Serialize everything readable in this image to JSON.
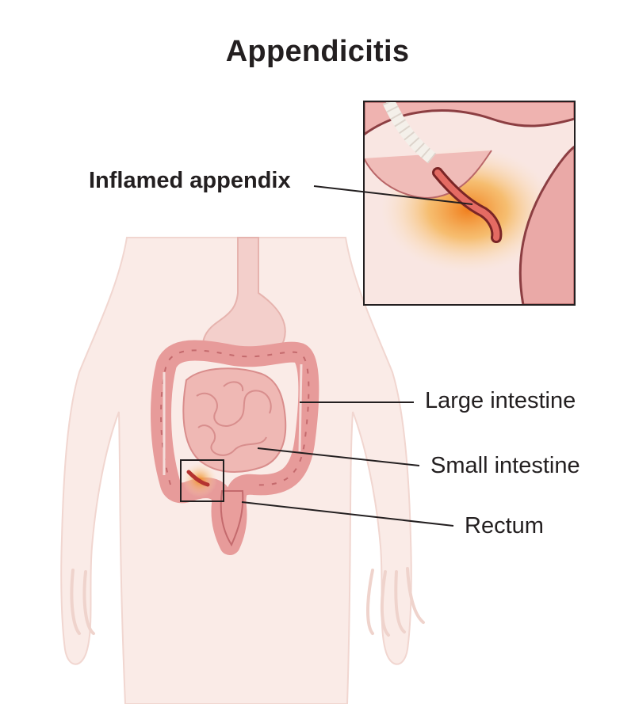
{
  "title": "Appendicitis",
  "labels": {
    "inflamed_appendix": "Inflamed appendix",
    "large_intestine": "Large intestine",
    "small_intestine": "Small intestine",
    "rectum": "Rectum"
  },
  "colors": {
    "skin": "#f8e5e1",
    "skin_outline": "#ecc9c2",
    "intestine": "#e7a4a2",
    "intestine_dark": "#b95f63",
    "inflammation": "#f0a030",
    "appendix": "#c0392b",
    "leader_line": "#231f20"
  }
}
